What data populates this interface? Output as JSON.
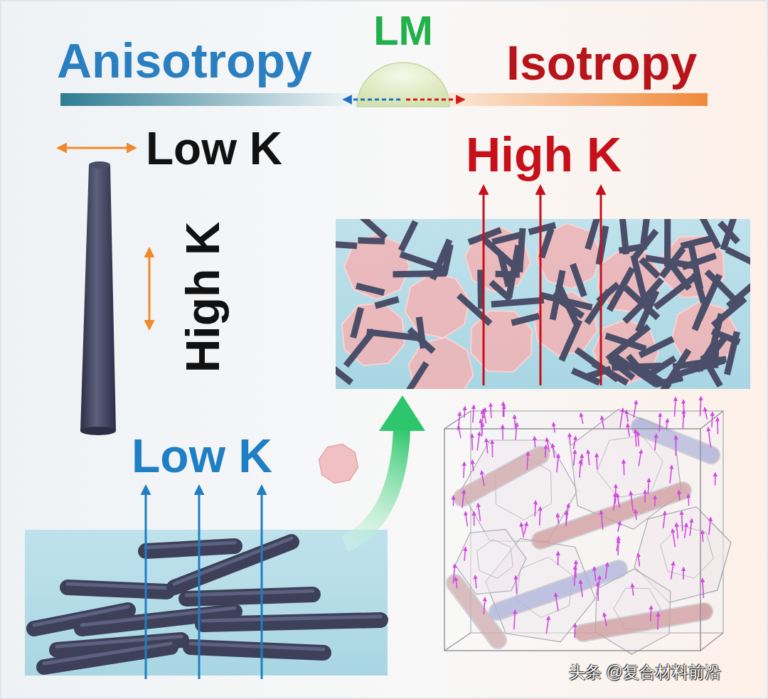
{
  "diagram": {
    "labels": [
      "Anisotropy",
      "LM",
      "Isotropy",
      "Low K",
      "High K",
      "High K",
      "Low K",
      "头条 @复合材料前沿"
    ]
  }
}
